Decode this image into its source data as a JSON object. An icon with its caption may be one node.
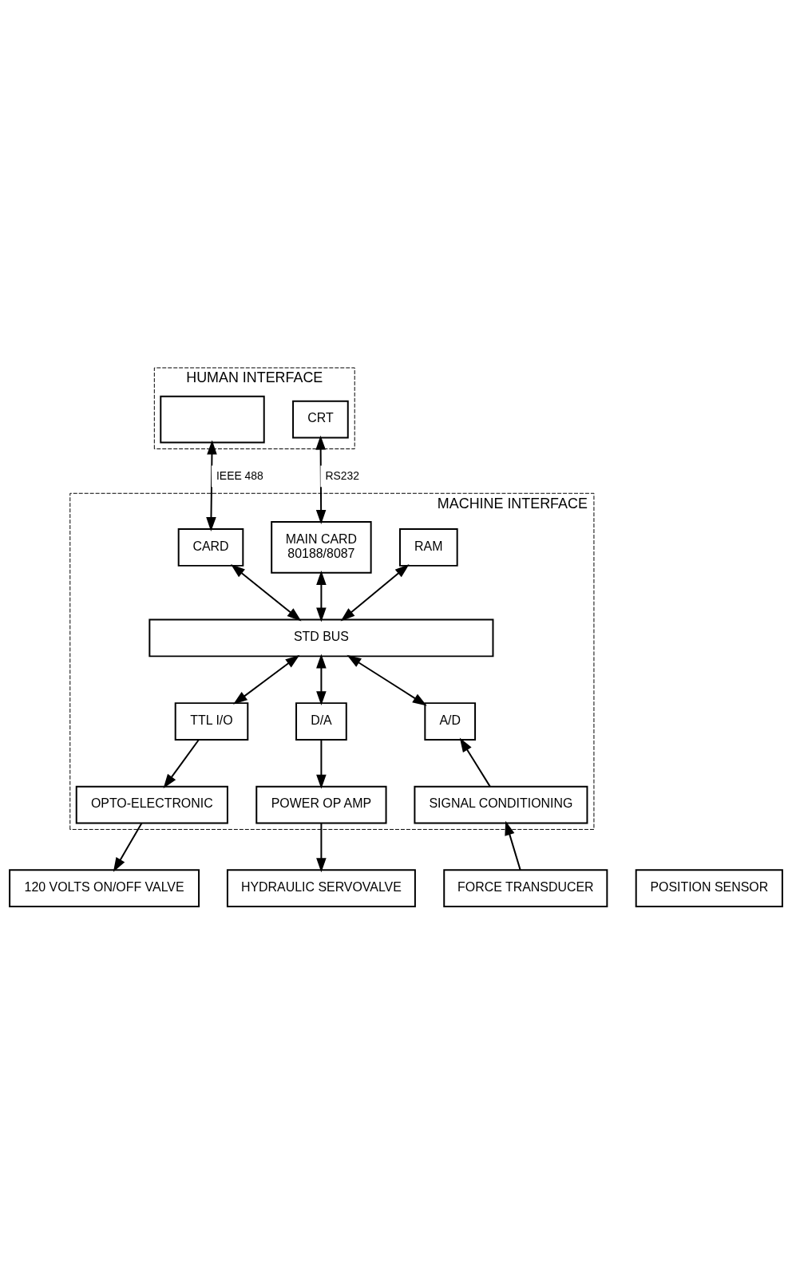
{
  "diagram": {
    "nodes": [
      {
        "text": [
          "HUMAN INTERFACE"
        ]
      },
      {
        "text": [],
        "shape": "box",
        "in": 0
      },
      {
        "text": [
          "CRT"
        ],
        "in": 0
      },
      {
        "text": [
          "MACHINE INTERFACE"
        ]
      },
      {
        "text": [
          "RAM"
        ],
        "in": 3
      },
      {
        "text": [
          "CARD"
        ],
        "in": 3
      },
      {
        "text": [
          "MAIN CARD",
          "80188/8087"
        ],
        "in": 3
      },
      {
        "text": [
          "STD BUS"
        ],
        "in": 3
      },
      {
        "text": [
          "TTL I/O"
        ],
        "in": 3
      },
      {
        "text": [
          "D/A"
        ],
        "in": 3
      },
      {
        "text": [
          "A/D"
        ],
        "in": 3
      },
      {
        "text": [
          "OPTO-ELECTRONIC"
        ],
        "in": 3
      },
      {
        "text": [
          "POWER OP AMP"
        ],
        "in": 3
      },
      {
        "text": [
          "SIGNAL CONDITIONING"
        ],
        "in": 3
      },
      {
        "text": [
          "120 VOLTS ON/OFF VALVE"
        ]
      },
      {
        "text": [
          "HYDRAULIC SERVOVALVE"
        ]
      },
      {
        "text": [
          "FORCE TRANSDUCER"
        ]
      },
      {
        "text": [
          "POSITION SENSOR"
        ]
      }
    ],
    "edges": [
      {
        "from": 1,
        "to": 5,
        "arrow": "both",
        "label": "IEEE 488"
      },
      {
        "from": 2,
        "to": 6,
        "arrow": "both",
        "label": "RS232"
      },
      {
        "from": 4,
        "to": 7,
        "arrow": "both"
      },
      {
        "from": 5,
        "to": 7,
        "arrow": "both"
      },
      {
        "from": 6,
        "to": 7,
        "arrow": "both"
      },
      {
        "from": 7,
        "to": 8,
        "arrow": "both"
      },
      {
        "from": 7,
        "to": 9,
        "arrow": "both"
      },
      {
        "from": 7,
        "to": 10,
        "arrow": "both"
      },
      {
        "from": 8,
        "to": 11,
        "arrow": "to"
      },
      {
        "from": 9,
        "to": 12,
        "arrow": "to"
      },
      {
        "from": 13,
        "to": 10,
        "arrow": "to"
      },
      {
        "from": 11,
        "to": 14,
        "arrow": "to"
      },
      {
        "from": 12,
        "to": 15,
        "arrow": "to"
      },
      {
        "from": 16,
        "to": 13,
        "arrow": "to"
      }
    ]
  }
}
